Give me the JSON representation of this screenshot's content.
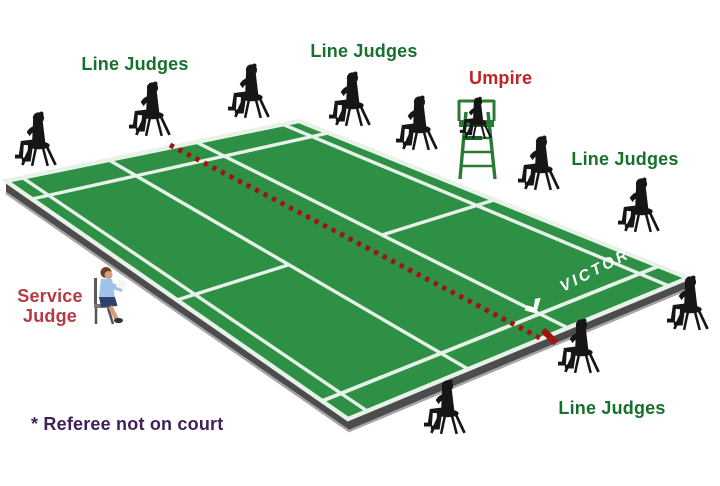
{
  "title": "Badminton court officials positions diagram",
  "labels": {
    "line_judges_top_left": "Line Judges",
    "line_judges_top_center": "Line Judges",
    "line_judges_right": "Line Judges",
    "line_judges_bottom": "Line Judges",
    "umpire": "Umpire",
    "service_judge_line1": "Service",
    "service_judge_line2": "Judge",
    "referee_note": "* Referee not on court",
    "court_brand": "VICTOR"
  },
  "figures": {
    "line_judge_icon": "seated-person-silhouette",
    "umpire_icon": "person-on-tall-umpire-chair",
    "service_judge_icon": "seated-person-in-color",
    "line_judges_count": 10,
    "umpire_count": 1,
    "service_judge_count": 1
  },
  "colors": {
    "court_green": "#2e9044",
    "court_line_white": "#e7f3e9",
    "mat_edge_gray": "#4c4c4c",
    "net_line_red": "#a21212",
    "label_green": "#17702c",
    "label_red": "#c32222",
    "label_crimson": "#b53a42",
    "label_purple": "#40215a",
    "umpire_chair_green": "#2a7a33",
    "silhouette_black": "#161616",
    "brand_white": "#ffffff"
  }
}
